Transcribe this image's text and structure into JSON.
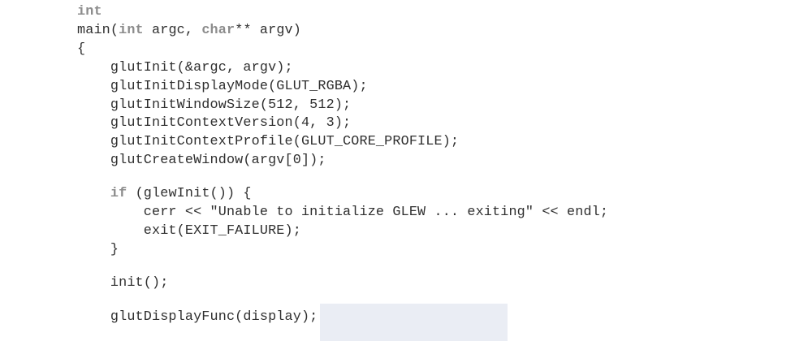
{
  "code": {
    "kw_int_return": "int",
    "fn_main": "main(",
    "kw_int_param": "int",
    "txt_argc": " argc, ",
    "kw_char": "char",
    "txt_argv_decl": "** argv)",
    "brace_open": "{",
    "line_glutinit": "    glutInit(&argc, argv);",
    "line_displaymode": "    glutInitDisplayMode(GLUT_RGBA);",
    "line_windowsize": "    glutInitWindowSize(512, 512);",
    "line_contextversion": "    glutInitContextVersion(4, 3);",
    "line_contextprofile": "    glutInitContextProfile(GLUT_CORE_PROFILE);",
    "line_createwindow": "    glutCreateWindow(argv[0]);",
    "indent_if": "    ",
    "kw_if": "if",
    "txt_if_cond": " (glewInit()) {",
    "line_cerr": "        cerr << \"Unable to initialize GLEW ... exiting\" << endl;",
    "line_exit": "        exit(EXIT_FAILURE);",
    "line_if_close": "    }",
    "line_init": "    init();",
    "line_displayfunc": "    glutDisplayFunc(display);"
  }
}
